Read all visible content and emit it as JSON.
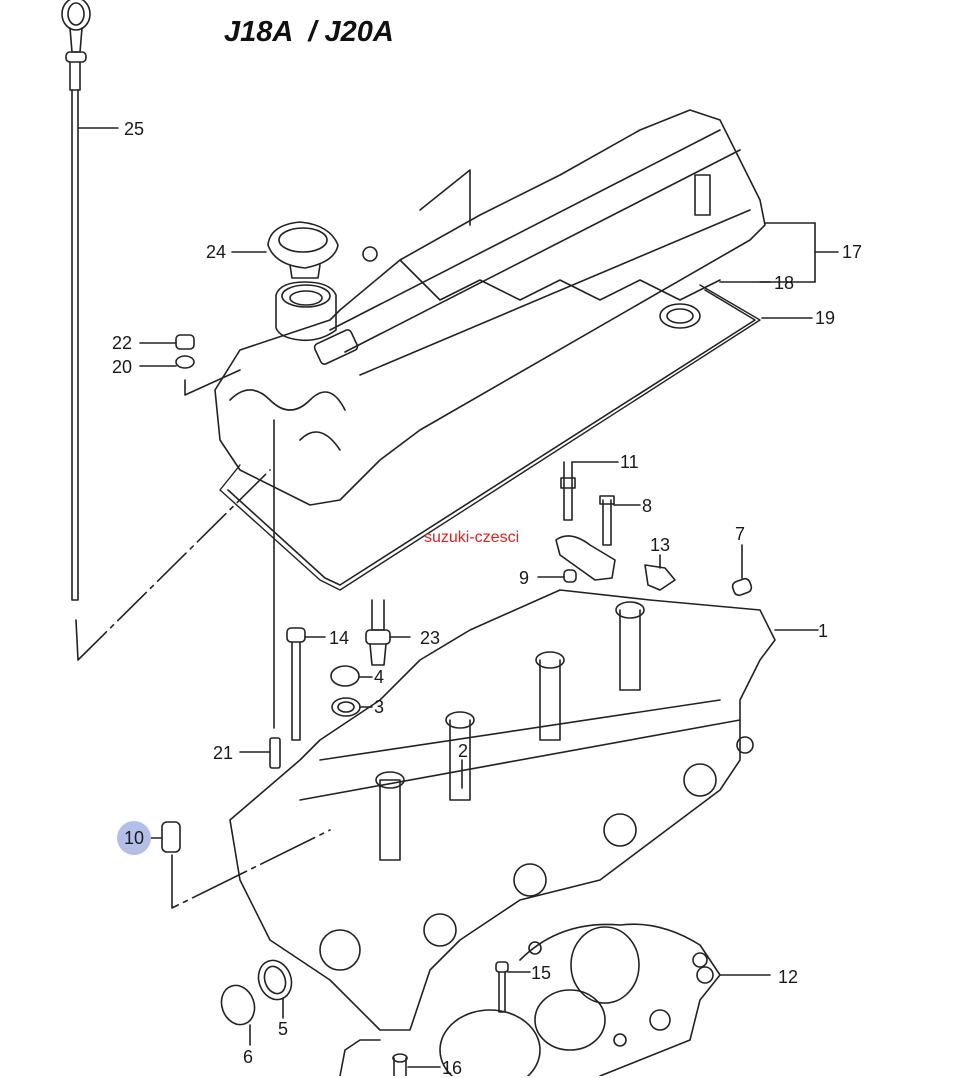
{
  "title": "J18A  / J20A",
  "watermark": "suzuki-czesci",
  "highlight_color": "#b4bfe8",
  "watermark_color": "#e02020",
  "callouts": [
    {
      "id": "1",
      "label": "1"
    },
    {
      "id": "2",
      "label": "2"
    },
    {
      "id": "3",
      "label": "3"
    },
    {
      "id": "4",
      "label": "4"
    },
    {
      "id": "5",
      "label": "5"
    },
    {
      "id": "6",
      "label": "6"
    },
    {
      "id": "7",
      "label": "7"
    },
    {
      "id": "8",
      "label": "8"
    },
    {
      "id": "9",
      "label": "9"
    },
    {
      "id": "10",
      "label": "10",
      "highlighted": true
    },
    {
      "id": "11",
      "label": "11"
    },
    {
      "id": "12",
      "label": "12"
    },
    {
      "id": "13",
      "label": "13"
    },
    {
      "id": "14",
      "label": "14"
    },
    {
      "id": "15",
      "label": "15"
    },
    {
      "id": "16",
      "label": "16"
    },
    {
      "id": "17",
      "label": "17"
    },
    {
      "id": "18",
      "label": "18"
    },
    {
      "id": "19",
      "label": "19"
    },
    {
      "id": "20",
      "label": "20"
    },
    {
      "id": "21",
      "label": "21"
    },
    {
      "id": "22",
      "label": "22"
    },
    {
      "id": "23",
      "label": "23"
    },
    {
      "id": "24",
      "label": "24"
    },
    {
      "id": "25",
      "label": "25"
    }
  ]
}
